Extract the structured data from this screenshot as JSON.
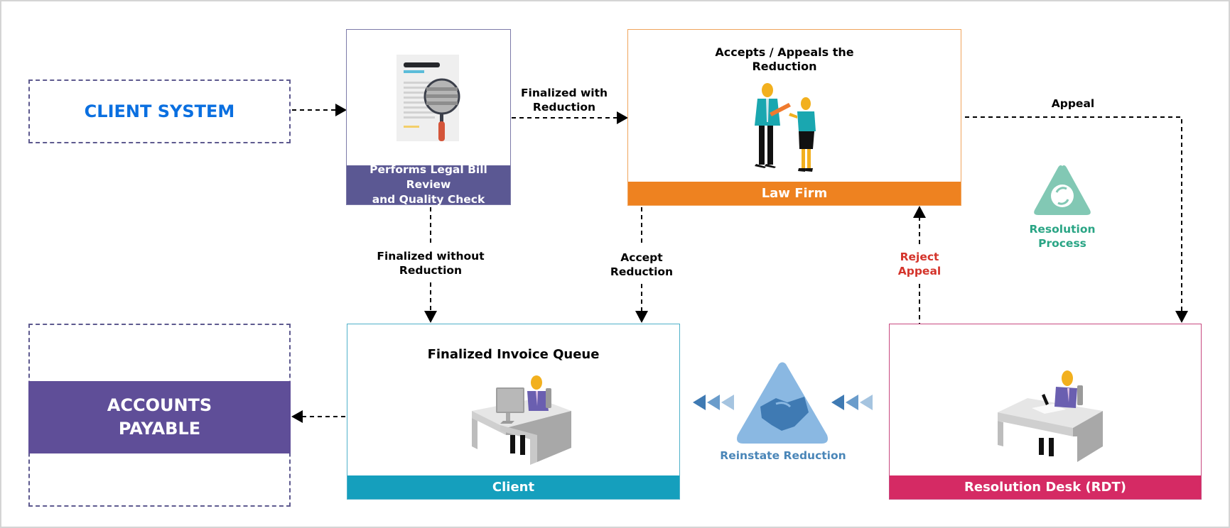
{
  "diagram": {
    "nodes": {
      "client_system": {
        "label": "CLIENT SYSTEM"
      },
      "review": {
        "band_label": "Performs Legal Bill Review and Quality Check",
        "band_line1": "Performs Legal Bill Review",
        "band_line2": "and Quality Check"
      },
      "law_firm": {
        "title_line1": "Accepts / Appeals the",
        "title_line2": "Reduction",
        "band_label": "Law Firm"
      },
      "accounts_payable": {
        "line1": "ACCOUNTS",
        "line2": "PAYABLE"
      },
      "client": {
        "title": "Finalized Invoice Queue",
        "band_label": "Client"
      },
      "resolution_desk": {
        "band_label": "Resolution Desk (RDT)"
      },
      "resolution_process": {
        "line1": "Resolution",
        "line2": "Process"
      },
      "reinstate": {
        "label": "Reinstate Reduction"
      }
    },
    "edges": {
      "finalized_with": {
        "line1": "Finalized with",
        "line2": "Reduction"
      },
      "finalized_without": {
        "line1": "Finalized without",
        "line2": "Reduction"
      },
      "accept": {
        "line1": "Accept",
        "line2": "Reduction"
      },
      "reject": {
        "line1": "Reject",
        "line2": "Appeal"
      },
      "appeal": {
        "label": "Appeal"
      }
    },
    "colors": {
      "client_system_text": "#0a6fe0",
      "review_band": "#5b5893",
      "law_firm": "#ee8220",
      "accounts_payable": "#5f4e98",
      "client": "#159fbd",
      "resolution_desk": "#d52a64",
      "resolution_process": "#2aa585",
      "reject": "#d4342b",
      "reinstate": "#4a86b8"
    }
  }
}
